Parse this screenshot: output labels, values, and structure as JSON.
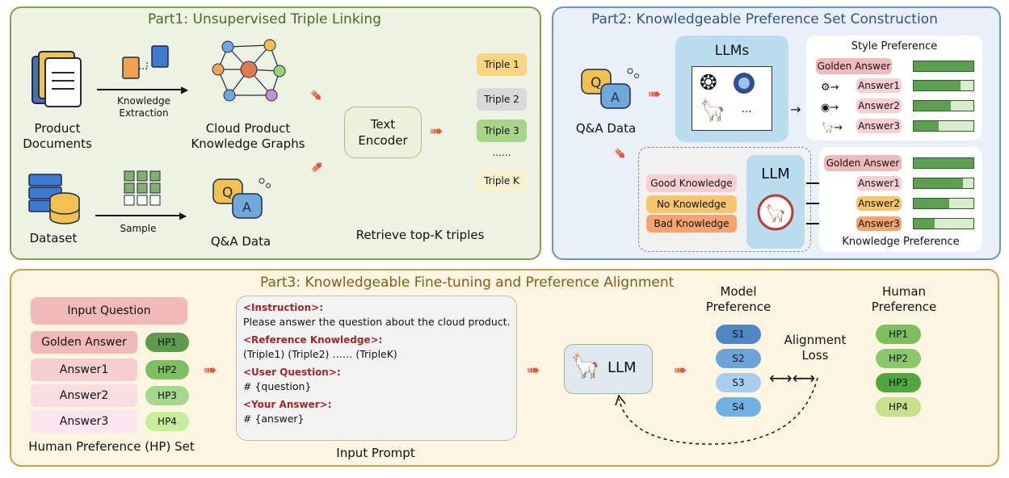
{
  "part1": {
    "title": "Part1: Unsupervised Triple Linking",
    "product_documents": "Product\nDocuments",
    "knowledge_extraction": "Knowledge\nExtraction",
    "cloud_kg": "Cloud Product\nKnowledge Graphs",
    "dataset": "Dataset",
    "sample": "Sample",
    "qa_data": "Q&A Data",
    "text_encoder": "Text\nEncoder",
    "triples": [
      "Triple 1",
      "Triple 2",
      "Triple 3",
      "......",
      "Triple K"
    ],
    "retrieve": "Retrieve top-K triples"
  },
  "part2": {
    "title": "Part2: Knowledgeable Preference Set Construction",
    "qa_data": "Q&A Data",
    "llms": "LLMs",
    "ellipsis": "...",
    "style_preference": "Style Preference",
    "style_answers": [
      "Golden Answer",
      "Answer1",
      "Answer2",
      "Answer3"
    ],
    "style_scores": [
      1.0,
      0.78,
      0.62,
      0.42
    ],
    "llm": "LLM",
    "knowledge_inputs": [
      "Good Knowledge",
      "No Knowledge",
      "Bad Knowledge"
    ],
    "knowledge_answers": [
      "Golden Answer",
      "Answer1",
      "Answer2",
      "Answer3"
    ],
    "knowledge_scores": [
      1.0,
      0.82,
      0.6,
      0.35
    ],
    "knowledge_preference": "Knowledge Preference"
  },
  "part3": {
    "title": "Part3: Knowledgeable Fine-tuning and  Preference Alignment",
    "input_question": "Input Question",
    "answers": [
      "Golden Answer",
      "Answer1",
      "Answer2",
      "Answer3"
    ],
    "hp_labels": [
      "HP1",
      "HP2",
      "HP3",
      "HP4"
    ],
    "hp_set": "Human Preference (HP) Set",
    "prompt": {
      "instruction_h": "<Instruction>:",
      "instruction": "Please answer the question about the cloud product.",
      "reference_h": "<Reference Knowledge>:",
      "reference": "(Triple1) (Triple2) …… (TripleK)",
      "question_h": "<User Question>:",
      "question": "# {question}",
      "answer_h": "<Your Answer>:",
      "answer": "# {answer}"
    },
    "input_prompt": "Input Prompt",
    "llm": "LLM",
    "model_preference": "Model\nPreference",
    "scores": [
      "S1",
      "S2",
      "S3",
      "S4"
    ],
    "alignment_loss": "Alignment\nLoss",
    "human_preference": "Human\nPreference",
    "human_hp": [
      "HP1",
      "HP2",
      "HP3",
      "HP4"
    ]
  }
}
